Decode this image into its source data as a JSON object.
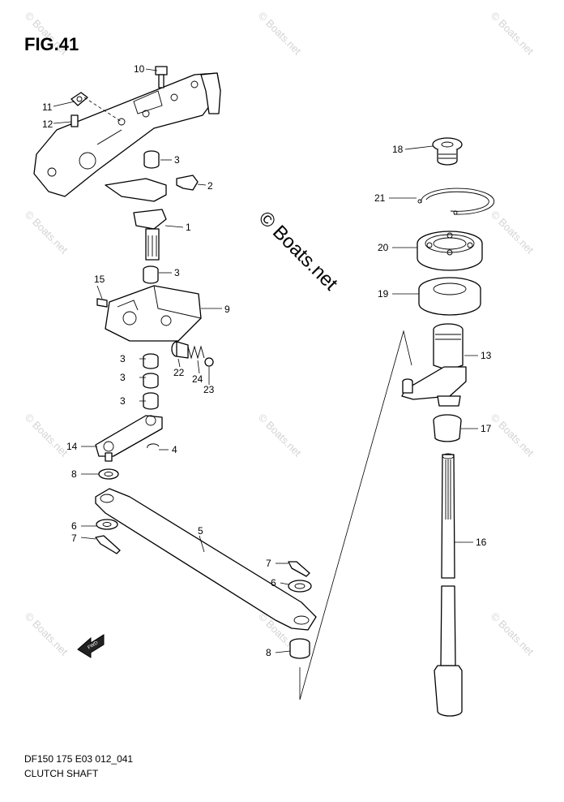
{
  "figure": {
    "title": "FIG.41"
  },
  "footer": {
    "line1": "DF150 175 E03 012_041",
    "line2": "CLUTCH SHAFT"
  },
  "watermark": {
    "text": "© Boats.net",
    "big_text": "© Boats.net"
  },
  "fwd_label": "FWD",
  "callouts": [
    "1",
    "2",
    "3",
    "3",
    "3",
    "3",
    "3",
    "4",
    "5",
    "6",
    "6",
    "7",
    "7",
    "8",
    "8",
    "9",
    "10",
    "11",
    "12",
    "13",
    "14",
    "15",
    "16",
    "17",
    "18",
    "19",
    "20",
    "21",
    "22",
    "23",
    "24"
  ]
}
